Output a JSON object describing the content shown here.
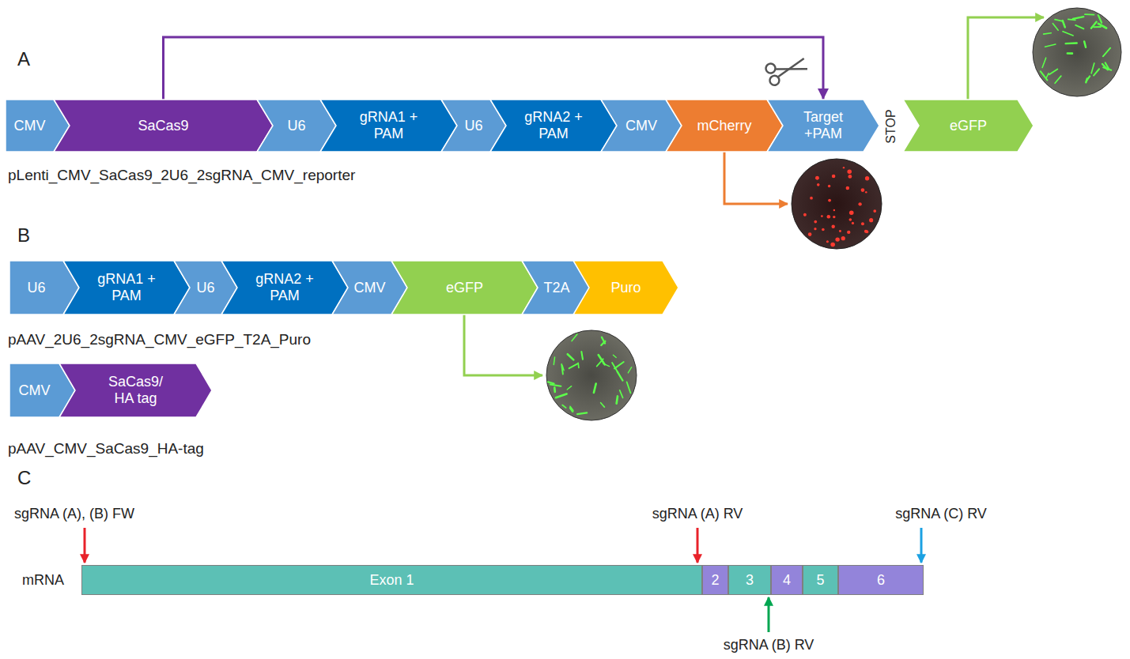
{
  "diagram": {
    "nodes": [
      {
        "text": [
          "CMV"
        ]
      },
      {
        "text": [
          "SaCas9"
        ]
      },
      {
        "text": [
          "U6"
        ]
      },
      {
        "text": [
          "gRNA1 + PAM"
        ]
      },
      {
        "text": [
          "U6"
        ]
      },
      {
        "text": [
          "gRNA2 + PAM"
        ]
      },
      {
        "text": [
          "CMV"
        ]
      },
      {
        "text": [
          "mCherry"
        ]
      },
      {
        "text": [
          "Target +PAM"
        ]
      },
      {
        "text": [
          "eGFP"
        ]
      },
      {
        "text": [
          "U6"
        ]
      },
      {
        "text": [
          "gRNA1 + PAM"
        ]
      },
      {
        "text": [
          "U6"
        ]
      },
      {
        "text": [
          "gRNA2 + PAM"
        ]
      },
      {
        "text": [
          "CMV"
        ]
      },
      {
        "text": [
          "eGFP"
        ]
      },
      {
        "text": [
          "T2A"
        ]
      },
      {
        "text": [
          "Puro"
        ]
      },
      {
        "text": [
          "CMV"
        ]
      },
      {
        "text": [
          "SaCas9/ HA tag"
        ]
      },
      {
        "text": [
          "Exon 1"
        ]
      },
      {
        "text": [
          "2"
        ]
      },
      {
        "text": [
          "3"
        ]
      },
      {
        "text": [
          "4"
        ]
      },
      {
        "text": [
          "5"
        ]
      },
      {
        "text": [
          "6"
        ]
      }
    ],
    "edges": [
      {
        "from": 1,
        "to": 8,
        "arrow": "to"
      }
    ],
    "labels": [
      "A",
      "pLenti_CMV_SaCas9_2U6_2sgRNA_CMV_reporter",
      "STOP",
      "B",
      "pAAV_2U6_2sgRNA_CMV_eGFP_T2A_Puro",
      "pAAV_CMV_SaCas9_HA-tag",
      "C",
      "sgRNA (A), (B) FW",
      "sgRNA (A) RV",
      "sgRNA (C) RV",
      "mRNA",
      "sgRNA (B) RV"
    ]
  }
}
